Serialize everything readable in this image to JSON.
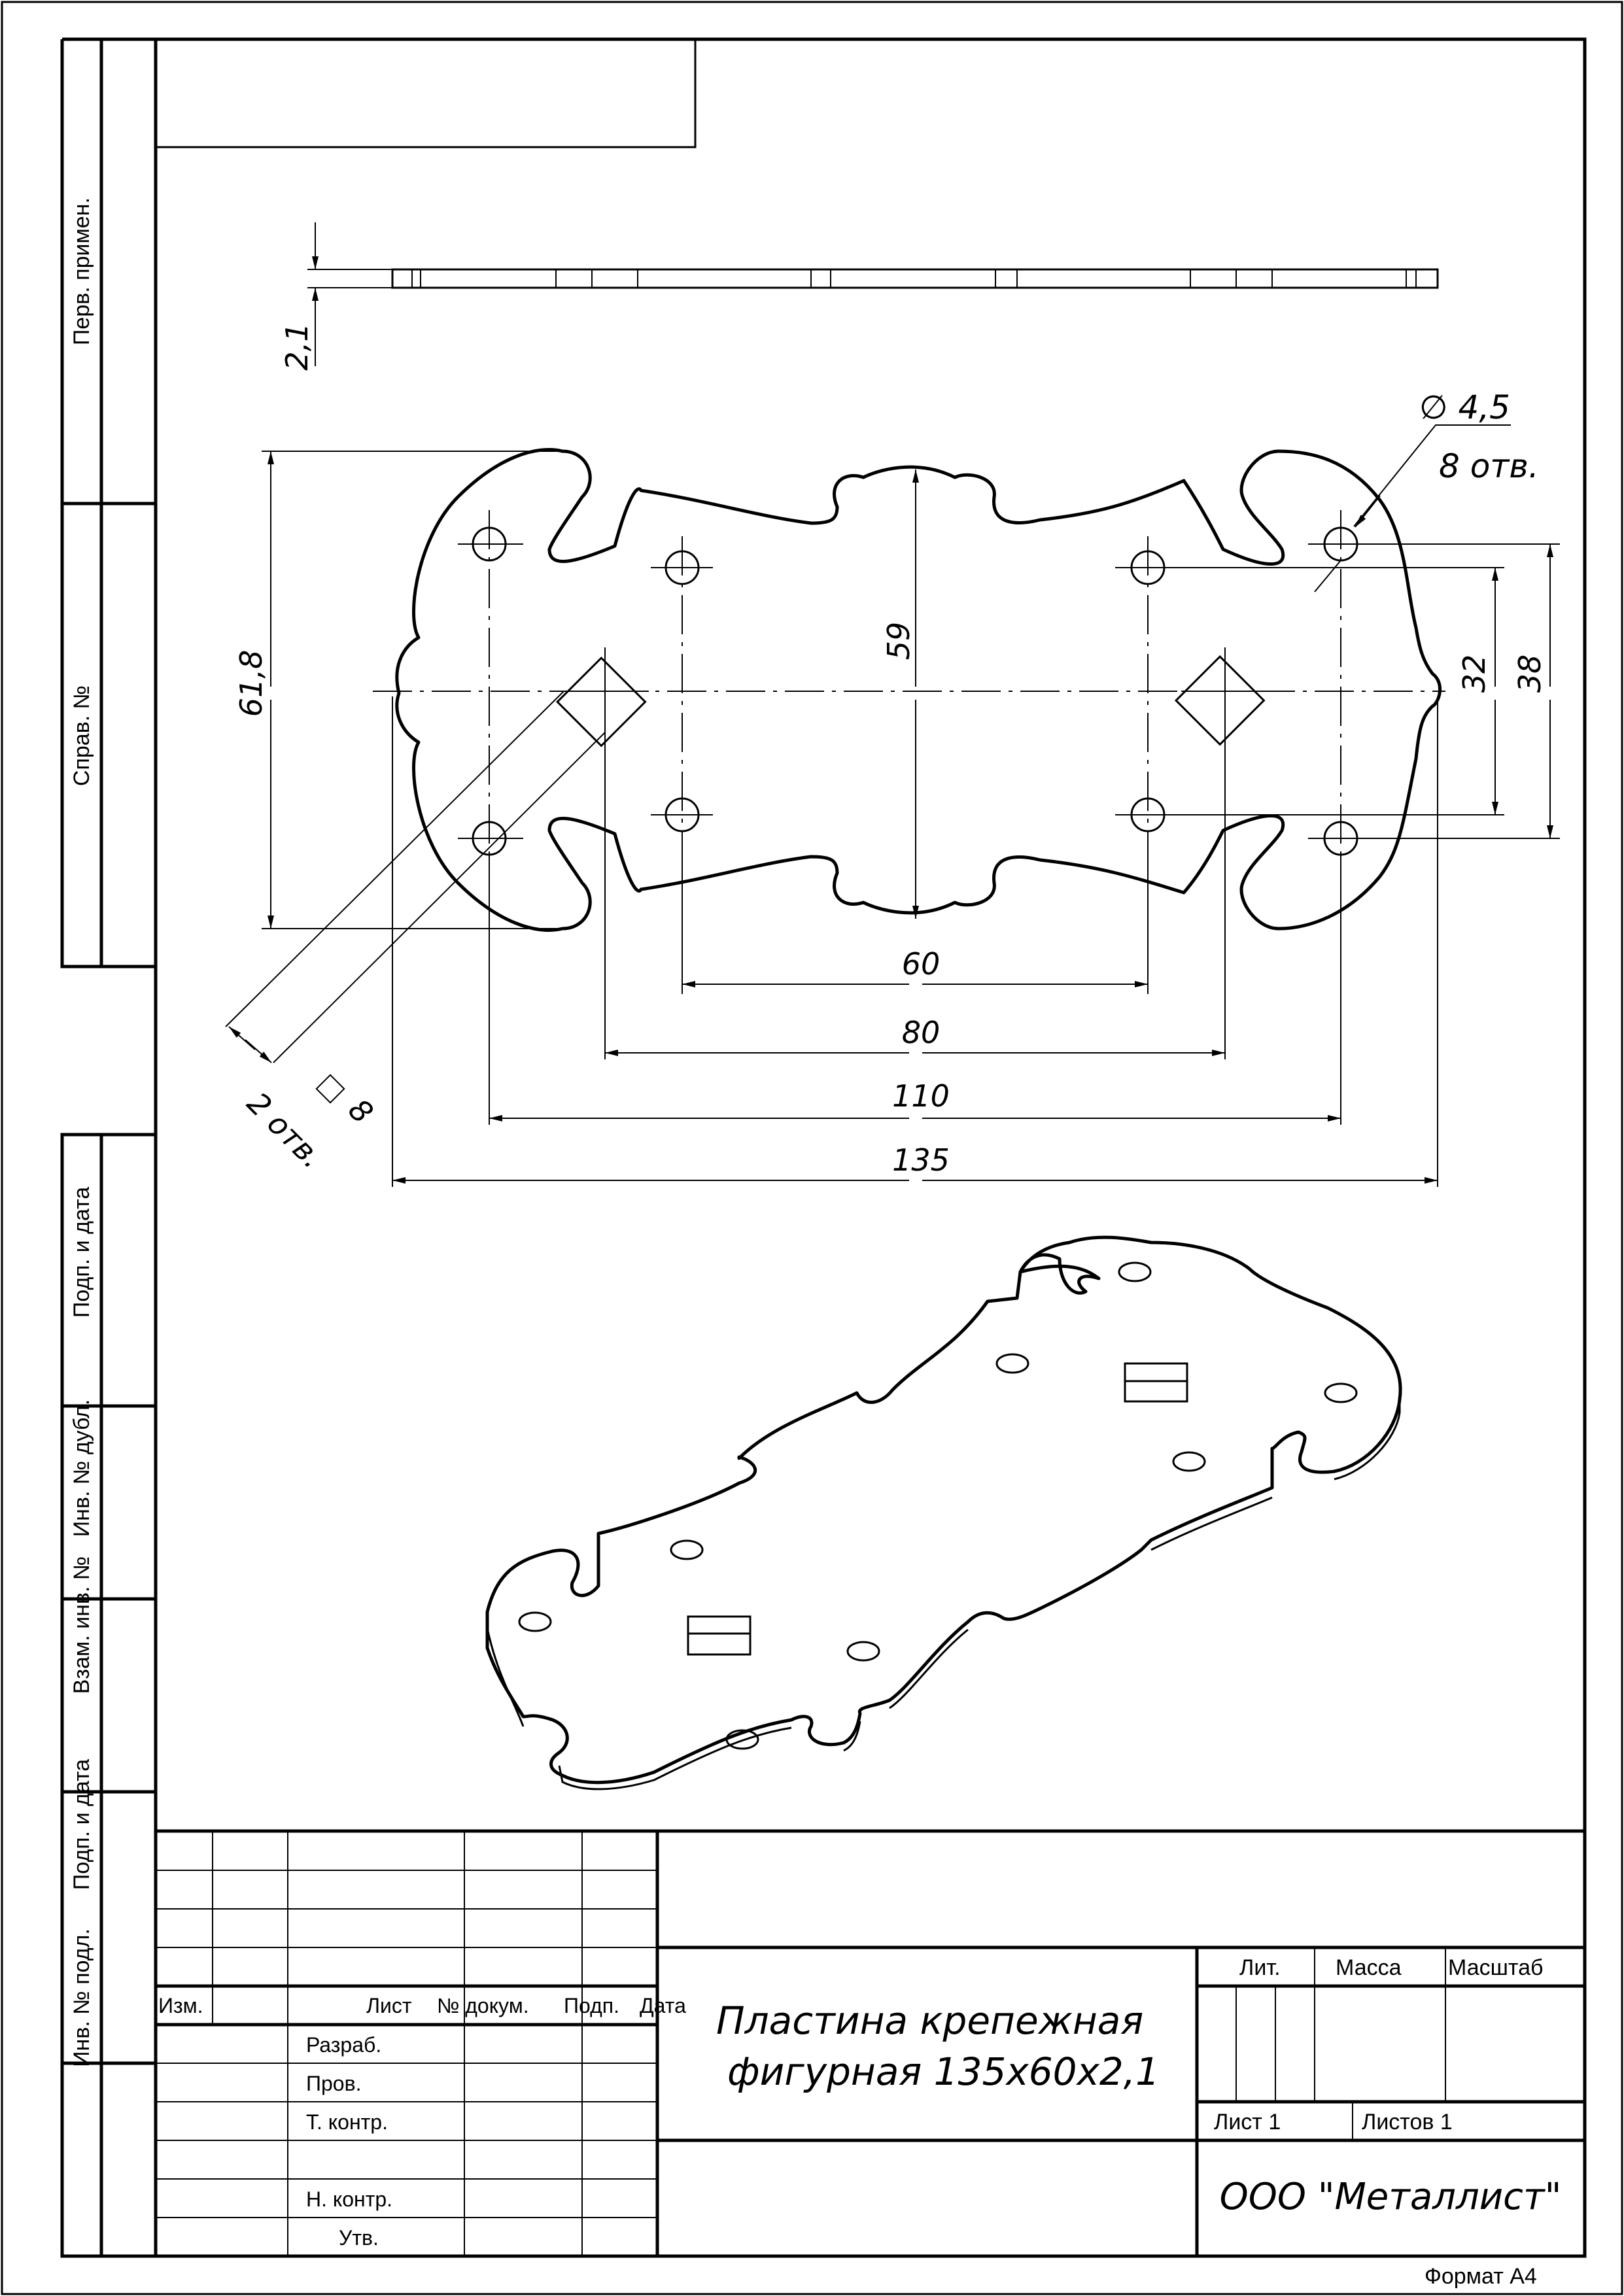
{
  "side_stamp": {
    "perv_primen": "Перв. примен.",
    "sprav_no": "Справ. №",
    "podp_data_1": "Подп. и дата",
    "inv_dubl": "Инв. № дубл.",
    "vzam_inv": "Взам. инв. №",
    "podp_data_2": "Подп. и дата",
    "inv_podl": "Инв. № подл."
  },
  "dimensions": {
    "thickness": "2,1",
    "hole_diameter": "∅ 4,5",
    "hole_count": "8 отв.",
    "overall_height": "61,8",
    "center_height": "59",
    "inner_hole_spacing_y": "32",
    "outer_hole_spacing_y": "38",
    "inner_hole_spacing_x": "60",
    "square_spacing_x": "80",
    "outer_hole_spacing_x": "110",
    "overall_length": "135",
    "square_size": "8",
    "square_count": "2 отв."
  },
  "title_block": {
    "izm": "Изм.",
    "list": "Лист",
    "n_dokum": "№ докум.",
    "podp": "Подп.",
    "data": "Дата",
    "razrab": "Разраб.",
    "prov": "Пров.",
    "t_kontr": "Т. контр.",
    "n_kontr": "Н. контр.",
    "utv": "Утв.",
    "title_line1": "Пластина крепежная",
    "title_line2": "фигурная 135x60x2,1",
    "lit": "Лит.",
    "massa": "Масса",
    "masshtab": "Масштаб",
    "sheet": "Лист 1",
    "sheets": "Листов 1",
    "company": "ООО \"Металлист\""
  },
  "format": "Формат A4"
}
